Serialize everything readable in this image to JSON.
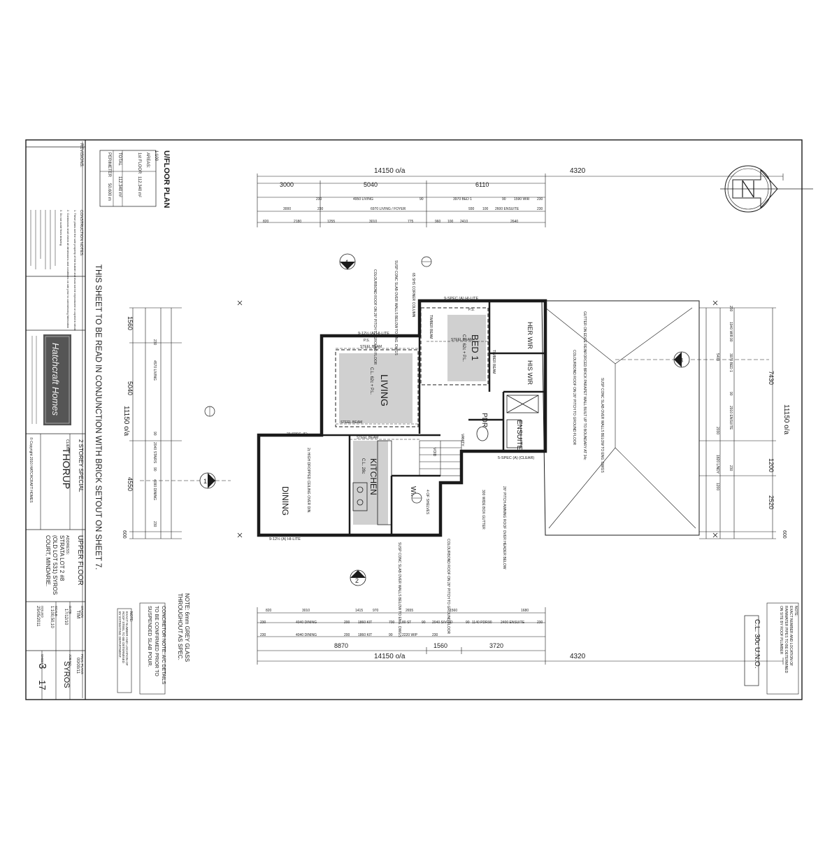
{
  "title_block": {
    "revisions_label": "REVISIONS:",
    "plan_title": "U/FLOOR PLAN",
    "plan_scale": "1:100",
    "areas_label": "AREAS:",
    "floor_label": "1st FLOOR",
    "floor_area": "112.340 m²",
    "total_label": "TOTAL",
    "total_area": "112.340 m²",
    "perimeter_label": "PERIMETER",
    "perimeter_value": "50.600 m",
    "notes_heading": "CONSTRUCTION NOTES:",
    "notes": [
      "1. These plans are the sole property of the builder and must not be reproduced or copied in whole",
      "2. Contractors shall check all dimensions and conditions on site prior to commencing fabrication",
      "3. Do not scale from drawing"
    ],
    "company_logo": "Hatchcraft Homes",
    "copyright": "© Copyright 2010 HATCHCRAFT HOMES",
    "design_label": "2 STOREY SPECIAL",
    "client_label": "CLIENT:",
    "client": "THORUP",
    "sheet_title": "UPPER FLOOR",
    "address_label": "ADDRESS:",
    "address_lines": [
      "STRATA LOT 2 #8",
      "(OLD LOT 531) SYROS",
      "COURT, MINDARIE."
    ],
    "drawn_label": "DRAWN",
    "drawn": "TIM",
    "date_label": "DATE",
    "date": "17/12/10",
    "scale_label": "SCALE",
    "scale": "1:100,50,10",
    "issued_label": "ISSUED",
    "issued": "25/05/2011",
    "final_plans_label": "FINAL PLANS",
    "final_plans": "00/00/11",
    "job_label": "JOB NO.",
    "job": "SYROS",
    "sheet_label": "SHEET",
    "sheet_no": "3",
    "sheet_of": "17"
  },
  "main_note": "THIS SHEET TO BE READ IN CONJUNCTION WITH BRICK SETOUT ON SHEET 7.",
  "notes_bottom": {
    "note1": "NOTE:",
    "note1_text": [
      "EXACT NUMBER AND LOCATION OF",
      "ROOF STEEL TO BE DETERMINED",
      "BY ESTIMATING DEPARTMENT."
    ],
    "concrete": [
      "CONCRETOR NOTE: A/C DETAILS",
      "TO BE CONFIRMED PRIOR TO",
      "SUSPENDED SLAB POUR."
    ],
    "glass": [
      "NOTE: 6mm GREY GLASS",
      "THROUGHOUT AS SPEC."
    ],
    "ceiling": "C.L. 30c U.N.O.",
    "downpipes": [
      "NOTE:",
      "EXACT NUMBER AND LOCATION OF",
      "RAINWATER PIPES TO BE DETERMINED",
      "ON SITE BY ROOF PLUMBER"
    ]
  },
  "rooms": {
    "bed1": "BED 1",
    "her_wir": "HER WIR",
    "his_wir": "HIS WIR",
    "ensuite": "ENSUITE",
    "living": "LIVING",
    "kitchen": "KITCHEN",
    "dining": "DINING",
    "wip": "WIP",
    "pdr": "PDR"
  },
  "dims": {
    "top_total": "14150 o/a",
    "top_right": "4320",
    "top_a": [
      "3000",
      "5040",
      "6110"
    ],
    "top_b": [
      "230",
      "4950 LIVING",
      "90",
      "3970 BED 1",
      "90",
      "1590 WIR",
      "230"
    ],
    "top_c": [
      "3000",
      "230",
      "6970 LIVING / FOYER",
      "930",
      "100",
      "2600 ENSUITE",
      "230"
    ],
    "top_d": [
      "820",
      "2180",
      "1255",
      "3010",
      "775",
      "960",
      "100",
      "2410",
      "2640"
    ],
    "bottom_total": "14150 o/a",
    "bottom_right": "4320",
    "bottom_a": [
      "8870",
      "1560",
      "3720"
    ],
    "bottom_b": [
      "230",
      "4040 DINING",
      "200",
      "1860 KIT",
      "90",
      "2220 WIP",
      "230"
    ],
    "bottom_c": [
      "230",
      "4040 DINING",
      "200",
      "1860 KIT",
      "700",
      "80 ST",
      "90",
      "2040 S/VOID",
      "90",
      "1140 PDR",
      "90",
      "2400 ENSUITE",
      "230"
    ],
    "bottom_d": [
      "820",
      "3010",
      "1415",
      "970",
      "2655",
      "1560",
      "1680"
    ],
    "left_total": "11150 o/a",
    "left_a": [
      "1560",
      "5040",
      "4550",
      "600"
    ],
    "left_b": [
      "230",
      "4570 LIVING",
      "90",
      "2040 STAIRS",
      "90",
      "4090 DINING",
      "230"
    ],
    "right_total": "11150 o/a",
    "right_a": [
      "7430",
      "1200",
      "2520",
      "600"
    ],
    "right_b": [
      "230",
      "1940 WIR",
      "90",
      "3970 BED 1",
      "90",
      "2910 ENSUITE",
      "230"
    ],
    "right_c": [
      "5400",
      "2030",
      "1820 L/NDY",
      "1200"
    ]
  },
  "annotations": {
    "steel_beam": "STEEL BEAM",
    "timber_beam": "TIMBER BEAM",
    "ps": "P.S.",
    "hilite_top": "9-12½ (A) HI-LITE",
    "hilite_bottom": "9-12½ (A) HI-LITE",
    "spec_top": "9-SPEC (A) HI-LITE",
    "gutter": "GUTTER ON EDGE REINFORCED BRICK PARAPET WALL BUILT UP TO BOUNDARY AT 34c",
    "roof_right": "COLOURBOND ROOF ON 26° PITCH TO GROUND FLOOR",
    "slab_right": "SUSP CONC SLAB OVER WALLS BELOW TO ENG. DWGS",
    "slab_top": "SUSP CONC SLAB OVER WALLS BELOW TO ENG. DWGS",
    "slab_bottom": "SUSP CONC SLAB OVER WALLS BELOW TO ENG. DWGS",
    "roof_bottom": "COLOURBOND ROOF ON 26° PITCH TO GROUND FLOOR",
    "colourbond_top": "COLOURBOND ROOF ON 26° PITCH TO GROUND FLOOR",
    "box_gutter": "300 WIDE BOX GUTTER",
    "canopy": "26° PITCH AWNING ROOF OVER HEADER BELOW",
    "cl_living": "C.L. 62c + P.L.",
    "cl_bed1": "C.L. 62c + P.L.",
    "cl_kitchen": "C.L. 28c",
    "ceiling_dining": "2c HIGH DROPPED CEILING OVER DIN.",
    "spec_clear": "5-SPEC (A) (CLEAR)",
    "shelves": "4 OF SHELVES",
    "vanity": "VANITY",
    "column_left": "65 SHS CORNER COLUMN",
    "void": "VOID",
    "stair": "23 SPEC. (F)"
  },
  "grid_markers": [
    "1",
    "2",
    "3",
    "4"
  ],
  "north_arrow": "north-arrow-icon"
}
